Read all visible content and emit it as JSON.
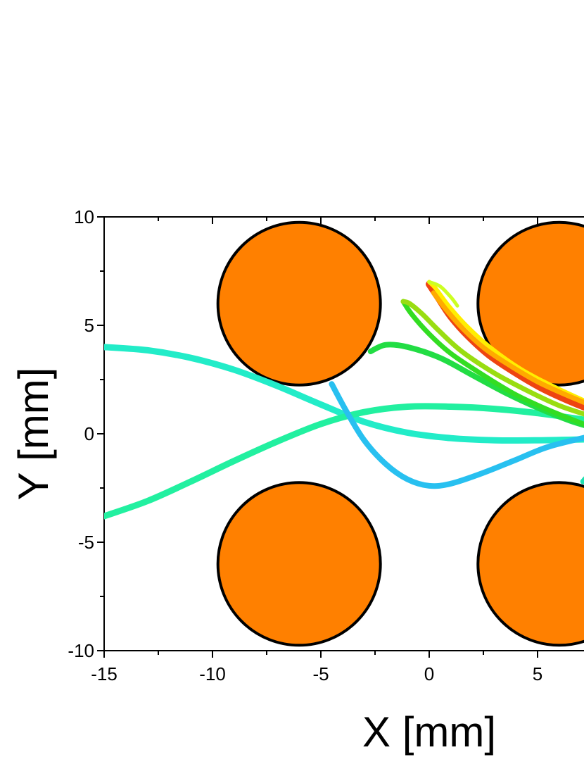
{
  "chart_data": {
    "type": "line",
    "title": "",
    "xlabel": "X [mm]",
    "ylabel": "Y [mm]",
    "xlim": [
      -15,
      7.5
    ],
    "ylim": [
      -10,
      10
    ],
    "x_ticks": [
      -15,
      -10,
      -5,
      0,
      5
    ],
    "x_tick_labels": [
      "-15",
      "-10",
      "-5",
      "0",
      "5"
    ],
    "y_ticks": [
      -10,
      -5,
      0,
      5,
      10
    ],
    "y_tick_labels": [
      "-10",
      "-5",
      "0",
      "5",
      "10"
    ],
    "x_minor_ticks": [
      -12.5,
      -7.5,
      -2.5,
      2.5
    ],
    "y_minor_ticks": [
      -7.5,
      -2.5,
      2.5,
      7.5
    ],
    "grid": false,
    "legend": "none",
    "obstacles": [
      {
        "cx": -6,
        "cy": 6,
        "r": 3.75,
        "fill": "#ff8000",
        "stroke": "#000000"
      },
      {
        "cx": 6,
        "cy": 6,
        "r": 3.75,
        "fill": "#ff8000",
        "stroke": "#000000"
      },
      {
        "cx": -6,
        "cy": -6,
        "r": 3.75,
        "fill": "#ff8000",
        "stroke": "#000000"
      },
      {
        "cx": 6,
        "cy": -6,
        "r": 3.75,
        "fill": "#ff8000",
        "stroke": "#000000"
      }
    ],
    "series": [
      {
        "color": "#22ecc8",
        "width": 9,
        "points": [
          [
            -15,
            4
          ],
          [
            -13,
            3.85
          ],
          [
            -11,
            3.5
          ],
          [
            -9,
            2.95
          ],
          [
            -7,
            2.2
          ],
          [
            -5,
            1.35
          ],
          [
            -3,
            0.55
          ],
          [
            -1,
            0.05
          ],
          [
            1,
            -0.2
          ],
          [
            3,
            -0.3
          ],
          [
            5,
            -0.3
          ],
          [
            7.5,
            -0.25
          ]
        ]
      },
      {
        "color": "#22f0a0",
        "width": 9,
        "points": [
          [
            -15,
            -3.8
          ],
          [
            -13,
            -3.1
          ],
          [
            -11,
            -2.2
          ],
          [
            -9,
            -1.25
          ],
          [
            -7,
            -0.35
          ],
          [
            -5,
            0.45
          ],
          [
            -3,
            1.0
          ],
          [
            -1,
            1.25
          ],
          [
            1,
            1.25
          ],
          [
            3,
            1.15
          ],
          [
            5,
            0.95
          ],
          [
            7.5,
            0.6
          ]
        ]
      },
      {
        "color": "#28c0f0",
        "width": 8,
        "points": [
          [
            -4.5,
            2.3
          ],
          [
            -3.8,
            1.0
          ],
          [
            -3,
            -0.3
          ],
          [
            -2,
            -1.4
          ],
          [
            -1,
            -2.1
          ],
          [
            0,
            -2.4
          ],
          [
            1,
            -2.3
          ],
          [
            2.5,
            -1.8
          ],
          [
            4,
            -1.2
          ],
          [
            5.5,
            -0.6
          ],
          [
            7.5,
            -0.1
          ]
        ]
      },
      {
        "color": "#22dd44",
        "width": 8,
        "points": [
          [
            -2.7,
            3.8
          ],
          [
            -2,
            4.1
          ],
          [
            -1,
            4.0
          ],
          [
            0.5,
            3.5
          ],
          [
            2,
            2.7
          ],
          [
            3.5,
            1.9
          ],
          [
            5,
            1.2
          ],
          [
            6.5,
            0.6
          ],
          [
            7.5,
            0.3
          ]
        ]
      },
      {
        "color": "#33dd22",
        "width": 7,
        "points": [
          [
            -1.2,
            6.1
          ],
          [
            -0.8,
            5.5
          ],
          [
            0,
            4.6
          ],
          [
            1,
            3.7
          ],
          [
            2.5,
            2.7
          ],
          [
            4,
            1.8
          ],
          [
            5.5,
            1.1
          ],
          [
            7,
            0.5
          ],
          [
            7.5,
            0.3
          ]
        ]
      },
      {
        "color": "#99dd11",
        "width": 7,
        "points": [
          [
            -1.2,
            6.1
          ],
          [
            -0.9,
            6.0
          ],
          [
            -0.3,
            5.5
          ],
          [
            0.5,
            4.7
          ],
          [
            1.5,
            3.8
          ],
          [
            3,
            2.8
          ],
          [
            4.5,
            2.0
          ],
          [
            6,
            1.3
          ],
          [
            7.5,
            0.8
          ]
        ]
      },
      {
        "color": "#ee4411",
        "width": 10,
        "points": [
          [
            0,
            6.9
          ],
          [
            0.4,
            6.3
          ],
          [
            1,
            5.4
          ],
          [
            1.8,
            4.5
          ],
          [
            2.8,
            3.6
          ],
          [
            4,
            2.8
          ],
          [
            5.2,
            2.1
          ],
          [
            6.5,
            1.5
          ],
          [
            7.5,
            1.1
          ]
        ]
      },
      {
        "color": "#ffee00",
        "width": 6,
        "points": [
          [
            0,
            7.0
          ],
          [
            0.3,
            6.7
          ],
          [
            0.9,
            5.9
          ],
          [
            1.7,
            5.0
          ],
          [
            2.8,
            4.0
          ],
          [
            4.2,
            3.0
          ],
          [
            5.5,
            2.3
          ],
          [
            7,
            1.6
          ],
          [
            7.5,
            1.4
          ]
        ]
      },
      {
        "color": "#ffaa00",
        "width": 7,
        "points": [
          [
            0.2,
            6.5
          ],
          [
            0.8,
            5.7
          ],
          [
            1.6,
            4.8
          ],
          [
            2.6,
            3.9
          ],
          [
            3.8,
            3.1
          ],
          [
            5,
            2.4
          ],
          [
            6.3,
            1.8
          ],
          [
            7.5,
            1.3
          ]
        ]
      },
      {
        "color": "#ccff22",
        "width": 5,
        "points": [
          [
            0,
            7.0
          ],
          [
            0.5,
            6.8
          ],
          [
            1,
            6.3
          ],
          [
            1.3,
            5.9
          ]
        ]
      },
      {
        "color": "#1ee0b0",
        "width": 8,
        "points": [
          [
            7.1,
            -2.2
          ],
          [
            7.3,
            -2.0
          ],
          [
            7.5,
            -2.0
          ]
        ]
      }
    ]
  }
}
